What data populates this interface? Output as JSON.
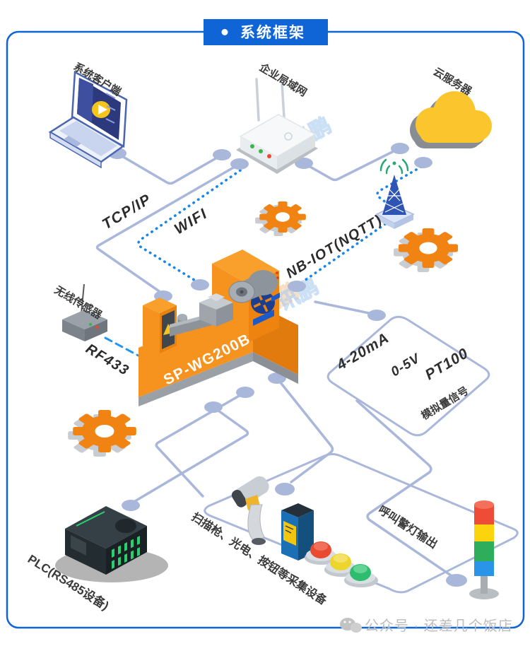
{
  "title": {
    "text": "系统框架",
    "bullet": "dot"
  },
  "devices": {
    "client": {
      "label": "系统客户端"
    },
    "lan": {
      "label": "企业局域网"
    },
    "cloud": {
      "label": "云服务器"
    },
    "machine": {
      "label": "SP-WG200B"
    },
    "sensor": {
      "label": "无线传感器"
    },
    "plc": {
      "label": "PLC(RS485设备)"
    },
    "collect": {
      "label": "扫描枪、光电、按钮等采集设备"
    },
    "alarm": {
      "label": "呼叫警灯输出"
    },
    "analog": {
      "label": "模拟量信号",
      "signals": [
        "4-20mA",
        "0-5V",
        "PT100"
      ]
    }
  },
  "connections": {
    "tcpip": "TCP/IP",
    "wifi": "WIFI",
    "nbiot": "NB-IOT(NQTT)",
    "rf433": "RF433"
  },
  "watermark": {
    "text": "讯鹏"
  },
  "footer": {
    "text": "公众号 · 还差几个饭店"
  },
  "colors": {
    "accent_blue": "#1065d6",
    "connector": "#a9b7da",
    "dotted_blue": "#1a86e8",
    "gear_orange": "#f08312",
    "machine_orange": "#f6921e",
    "cloud_yellow": "#fbc52d",
    "tower_light": [
      "#ee4c36",
      "#fcd40e",
      "#2eae5b",
      "#2a95e8"
    ]
  }
}
